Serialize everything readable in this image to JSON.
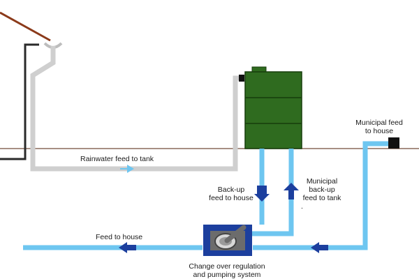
{
  "labels": {
    "rainwater_feed": "Rainwater feed to tank",
    "backup_feed_house": [
      "Back-up",
      "feed to house"
    ],
    "municipal_backup_tank": [
      "Municipal",
      "back-up",
      "feed to tank",
      "."
    ],
    "municipal_feed_house": [
      "Municipal feed",
      "to house"
    ],
    "feed_to_house": "Feed to house",
    "changeover": [
      "Change over regulation",
      "and pumping system"
    ]
  },
  "colors": {
    "roof": "#8b3a1a",
    "wall": "#2a2a2a",
    "downpipe": "#cfcfcf",
    "pipe_water": "#6ec6f0",
    "tank": "#2f6b1f",
    "tank_stroke": "#173d0c",
    "pump_housing": "#1c3f9e",
    "arrow": "#1c3f9e",
    "ground": "#8a6a5a",
    "valve": "#111111"
  }
}
